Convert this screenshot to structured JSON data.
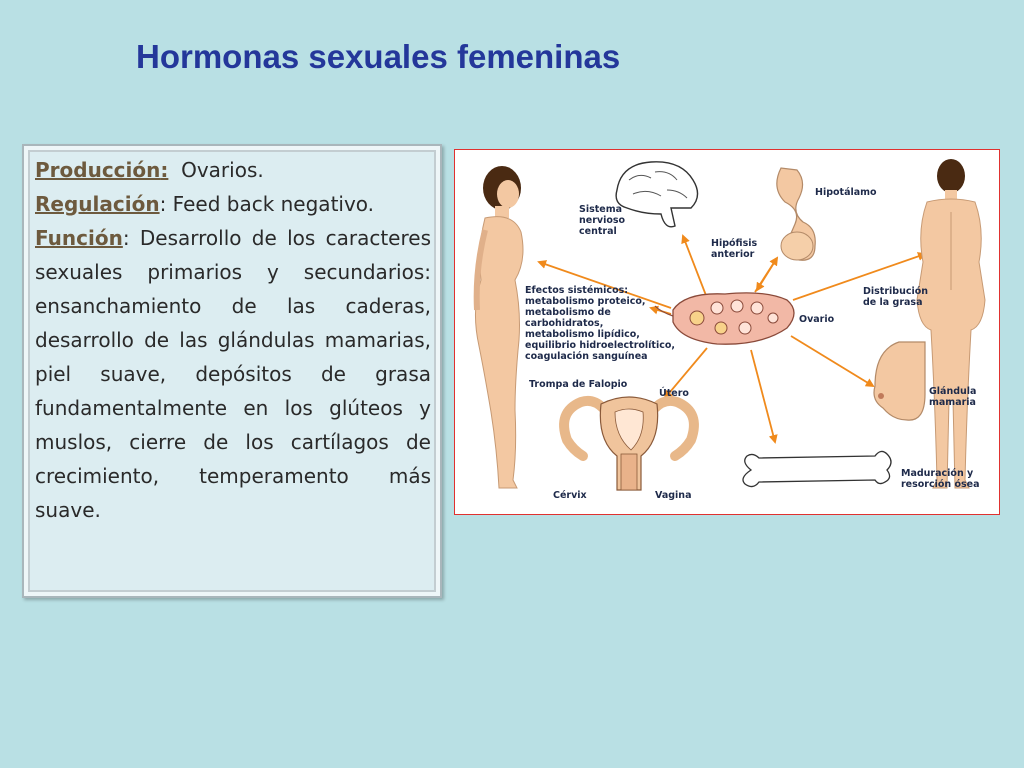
{
  "title": "Hormonas sexuales femeninas",
  "text_box": {
    "produccion_label": "Producción",
    "produccion_text": "Ovarios.",
    "regulacion_label": "Regulación",
    "regulacion_text": "Feed back negativo.",
    "funcion_label": "Función",
    "funcion_text": "Desarrollo de los caracteres sexuales primarios y secundarios: ensanchamiento de las caderas, desarrollo de las glándulas mamarias, piel suave, depósitos de grasa fundamentalmente en los glúteos y muslos, cierre de los cartílagos de crecimiento, temperamento más suave."
  },
  "diagram": {
    "labels": {
      "snc_1": "Sistema",
      "snc_2": "nervioso",
      "snc_3": "central",
      "hipotalamo": "Hipotálamo",
      "hipofisis_1": "Hipófisis",
      "hipofisis_2": "anterior",
      "efectos_1": "Efectos sistémicos:",
      "efectos_2": "metabolismo proteico,",
      "efectos_3": "metabolismo de",
      "efectos_4": "carbohidratos,",
      "efectos_5": "metabolismo lipídico,",
      "efectos_6": "equilibrio hidroelectrolítico,",
      "efectos_7": "coagulación sanguínea",
      "ovario": "Ovario",
      "grasa_1": "Distribución",
      "grasa_2": "de la grasa",
      "glandula_1": "Glándula",
      "glandula_2": "mamaria",
      "trompa": "Trompa de Falopio",
      "utero": "Útero",
      "cervix": "Cérvix",
      "vagina": "Vagina",
      "maduracion_1": "Maduración y",
      "maduracion_2": "resorción ósea"
    },
    "colors": {
      "arrow": "#f08a1c",
      "skin": "#f3c8a2",
      "hair": "#4a2a12",
      "ovary": "#f2b8a6",
      "border": "#e0312f"
    }
  }
}
